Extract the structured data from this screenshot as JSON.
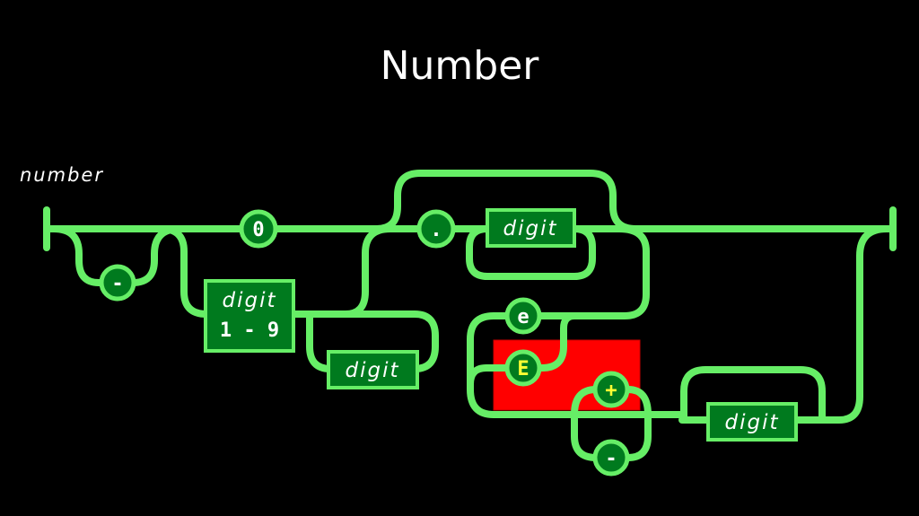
{
  "slide": {
    "title": "Number",
    "rule_name": "number"
  },
  "terminals": {
    "zero": "0",
    "minus_sign": "-",
    "dot": ".",
    "exp_e": "e",
    "exp_E": "E",
    "exp_plus": "+",
    "exp_minus": "-"
  },
  "nonterminals": {
    "digit19_top": "digit",
    "digit19_bottom": "1 - 9",
    "int_digit": "digit",
    "frac_digit": "digit",
    "exp_digit": "digit"
  },
  "colors": {
    "track": "#66ee66",
    "node_fill": "#007a1e",
    "highlight": "#ff0000",
    "background": "#000000",
    "text": "#ffffff"
  }
}
